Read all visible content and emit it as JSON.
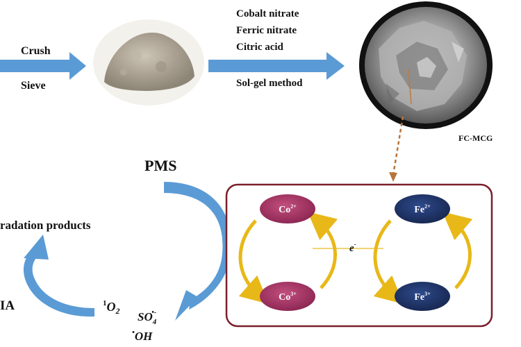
{
  "step1": {
    "top_label": "Crush",
    "bottom_label": "Sieve"
  },
  "step2": {
    "reagents": [
      "Cobalt nitrate",
      "Ferric nitrate",
      "Citric acid"
    ],
    "method": "Sol-gel method"
  },
  "product": {
    "label": "FC-MCG"
  },
  "cycle": {
    "oxidant": "PMS",
    "products": "radation products",
    "pollutant": "IA",
    "species": {
      "singlet": "O",
      "singlet_sub": "2",
      "singlet_sup": "1",
      "sulfate": "SO",
      "sulfate_sub": "4",
      "sulfate_sup": "•-",
      "hydroxyl": "OH",
      "hydroxyl_sup": "•"
    }
  },
  "redox": {
    "co_top": {
      "base": "Co",
      "sup": "2+"
    },
    "co_bottom": {
      "base": "Co",
      "sup": "3+"
    },
    "fe_top": {
      "base": "Fe",
      "sup": "2+"
    },
    "fe_bottom": {
      "base": "Fe",
      "sup": "3+"
    },
    "electron": {
      "base": "e",
      "sup": "-"
    }
  },
  "colors": {
    "arrow_blue": "#5b9bd5",
    "cobalt": "#a0305e",
    "iron": "#1f3366",
    "gold_arrow": "#e8b818",
    "box_border": "#7a1f2b",
    "dashed_arrow": "#b8743a"
  }
}
